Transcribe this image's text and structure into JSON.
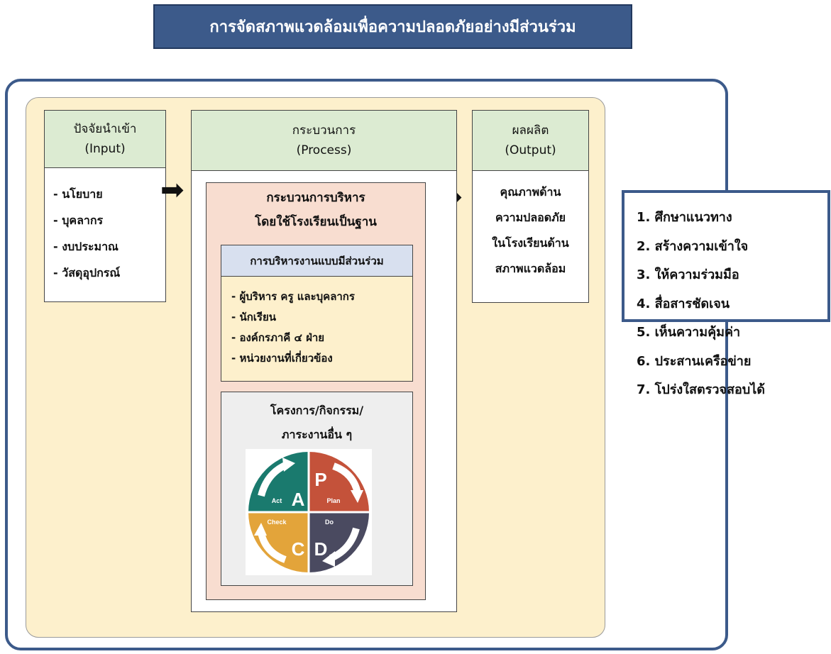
{
  "title": "การจัดสภาพแวดล้อมเพื่อความปลอดภัยอย่างมีส่วนร่วม",
  "input": {
    "title": "ปัจจัยนำเข้า",
    "subtitle": "(Input)",
    "items": [
      "- นโยบาย",
      "- บุคลากร",
      "- งบประมาณ",
      "- วัสดุอุปกรณ์"
    ]
  },
  "process": {
    "title": "กระบวนการ",
    "subtitle": "(Process)",
    "management": {
      "title_line1": "กระบวนการบริหาร",
      "title_line2": "โดยใช้โรงเรียนเป็นฐาน",
      "participatory": {
        "title": "การบริหารงานแบบมีส่วนร่วม",
        "items": [
          "- ผู้บริหาร ครู และบุคลากร",
          "- นักเรียน",
          "- องค์กรภาคี ๔ ฝ่าย",
          "- หน่วยงานที่เกี่ยวข้อง"
        ]
      },
      "projects": {
        "title_line1": "โครงการ/กิจกรรม/",
        "title_line2": "ภาระงานอื่น ๆ"
      }
    },
    "pdca": {
      "a": {
        "letter": "A",
        "label": "Act",
        "color": "#1a7a6e"
      },
      "p": {
        "letter": "P",
        "label": "Plan",
        "color": "#c4523a"
      },
      "d": {
        "letter": "D",
        "label": "Do",
        "color": "#4a4a60"
      },
      "c": {
        "letter": "C",
        "label": "Check",
        "color": "#e3a43a"
      }
    }
  },
  "output": {
    "title": "ผลผลิต",
    "subtitle": "(Output)",
    "lines": [
      "คุณภาพด้าน",
      "ความปลอดภัย",
      "ในโรงเรียนด้าน",
      "สภาพแวดล้อม"
    ]
  },
  "principles": [
    "1. ศึกษาแนวทาง",
    "2. สร้างความเข้าใจ",
    "3. ให้ความร่วมมือ",
    "4. สื่อสารชัดเจน",
    "5. เห็นความคุ้มค่า",
    "6. ประสานเครือข่าย",
    "7. โปร่งใสตรวจสอบได้"
  ]
}
